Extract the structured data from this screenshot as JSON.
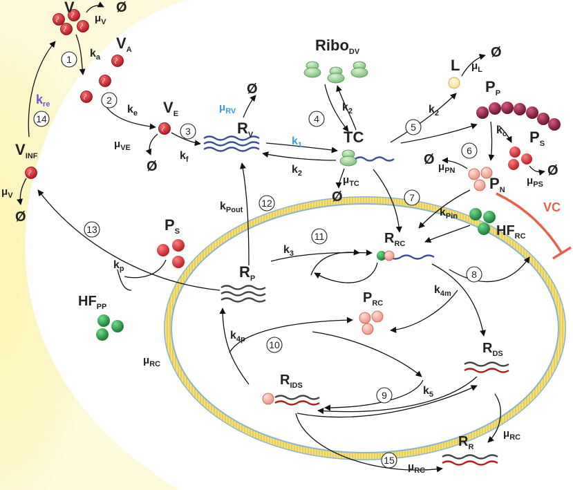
{
  "labels": {
    "V": "V",
    "muV_top": "μ",
    "muV_top_sub": "V",
    "empty": "Ø",
    "ka": "k",
    "ka_sub": "a",
    "VA": "V",
    "VA_sub": "A",
    "ke": "k",
    "ke_sub": "e",
    "VE": "V",
    "VE_sub": "E",
    "muVE": "μ",
    "muVE_sub": "VE",
    "kf": "k",
    "kf_sub": "f",
    "kre": "k",
    "kre_sub": "re",
    "VINF": "V",
    "VINF_sub": "INF",
    "muV_left": "μ",
    "muV_left_sub": "V",
    "muRV": "μ",
    "muRV_sub": "RV",
    "RV": "R",
    "RV_sub": "V",
    "k1": "k",
    "k1_sub": "1",
    "k2a": "k",
    "k2a_sub": "2",
    "Ribo": "Ribo",
    "Ribo_sub": "DV",
    "k2b": "k",
    "k2b_sub": "2",
    "TC": "TC",
    "muTC": "μ",
    "muTC_sub": "TC",
    "L": "L",
    "muL": "μ",
    "muL_sub": "L",
    "k2c": "k",
    "k2c_sub": "2",
    "PP": "P",
    "PP_sub": "P",
    "kc": "k",
    "kc_sub": "c",
    "PS_right": "P",
    "PS_right_sub": "S",
    "muPN": "μ",
    "muPN_sub": "PN",
    "PN": "P",
    "PN_sub": "N",
    "muPS": "μ",
    "muPS_sub": "PS",
    "VC": "VC",
    "kPin": "k",
    "kPin_sub": "Pin",
    "HFRC": "HF",
    "HFRC_sub": "RC",
    "RRC": "R",
    "RRC_sub": "RC",
    "kPout": "k",
    "kPout_sub": "Pout",
    "k3": "k",
    "k3_sub": "3",
    "RP": "R",
    "RP_sub": "P",
    "PS_left": "P",
    "PS_left_sub": "S",
    "kp": "k",
    "kp_sub": "p",
    "HFPP": "HF",
    "HFPP_sub": "PP",
    "muRC_left": "μ",
    "muRC_left_sub": "RC",
    "k4m": "k",
    "k4m_sub": "4m",
    "PRC": "P",
    "PRC_sub": "RC",
    "k4p": "k",
    "k4p_sub": "4p",
    "RDS": "R",
    "RDS_sub": "DS",
    "RIDS": "R",
    "RIDS_sub": "IDS",
    "k5": "k",
    "k5_sub": "5",
    "muRC_right": "μ",
    "muRC_right_sub": "RC",
    "RR": "R",
    "RR_sub": "R",
    "muRC_bottom": "μ",
    "muRC_bottom_sub": "RC"
  },
  "steps": [
    "1",
    "2",
    "3",
    "4",
    "5",
    "6",
    "7",
    "8",
    "9",
    "10",
    "11",
    "12",
    "13",
    "14",
    "15"
  ],
  "colors": {
    "virus": "#c0202a",
    "rna_blue": "#3b4f9a",
    "rna_dark": "#444444",
    "rna_red": "#b01c1c",
    "ribosome": "#8fcf8f",
    "hf_green": "#1f8a3c",
    "protein_dark": "#7a1030",
    "protein_pink": "#f2a596",
    "inhibitor": "#e8604c",
    "blue_label": "#3a9be0",
    "purple_label": "#6b57d6",
    "membrane_yellow": "#f4e27a",
    "membrane_blue": "#8db3cc"
  },
  "icons": [
    "virus-icon",
    "ribosome-icon",
    "rna-icon",
    "protein-icon",
    "hf-icon",
    "lipid-icon"
  ]
}
